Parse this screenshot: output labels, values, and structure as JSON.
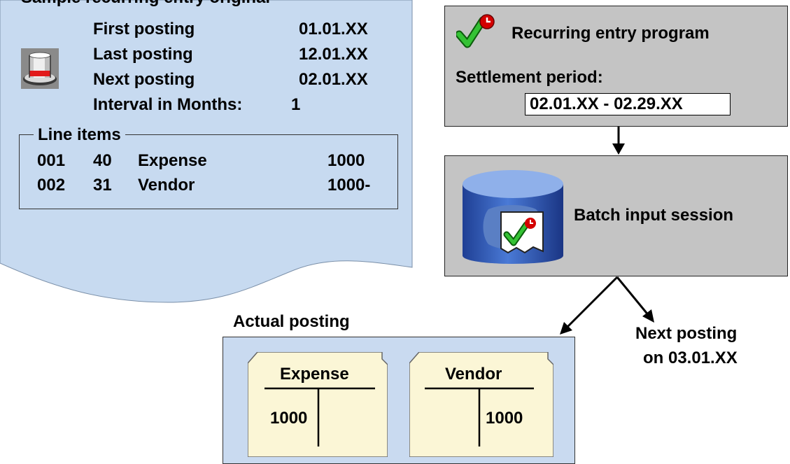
{
  "document": {
    "title_partial": "Sample recurring entry original",
    "fields": [
      {
        "label": "First posting",
        "value": "01.01.XX"
      },
      {
        "label": "Last posting",
        "value": "12.01.XX"
      },
      {
        "label": "Next posting",
        "value": "02.01.XX"
      }
    ],
    "interval_label": "Interval in Months:",
    "interval_value": "1",
    "line_items_title": "Line items",
    "line_items": [
      {
        "no": "001",
        "key": "40",
        "account": "Expense",
        "amount": "1000"
      },
      {
        "no": "002",
        "key": "31",
        "account": "Vendor",
        "amount": "1000-"
      }
    ]
  },
  "program": {
    "title": "Recurring entry program",
    "settlement_label": "Settlement period:",
    "settlement_value": "02.01.XX - 02.29.XX"
  },
  "batch": {
    "title": "Batch input session"
  },
  "actual": {
    "title": "Actual posting",
    "accounts": [
      {
        "name": "Expense",
        "debit": "1000",
        "credit": ""
      },
      {
        "name": "Vendor",
        "debit": "",
        "credit": "1000"
      }
    ]
  },
  "next": {
    "line1": "Next posting",
    "line2": "on 03.01.XX"
  },
  "colors": {
    "document_fill": "#c7daf0",
    "box_gray": "#c4c4c4",
    "taccount_fill": "#fbf6d6",
    "checkmark_green": "#2fb52f",
    "clock_red": "#d40000",
    "database_blue": "#3f6fc8"
  },
  "icons": [
    "top-hat-icon",
    "checkmark-clock-icon",
    "database-icon"
  ]
}
